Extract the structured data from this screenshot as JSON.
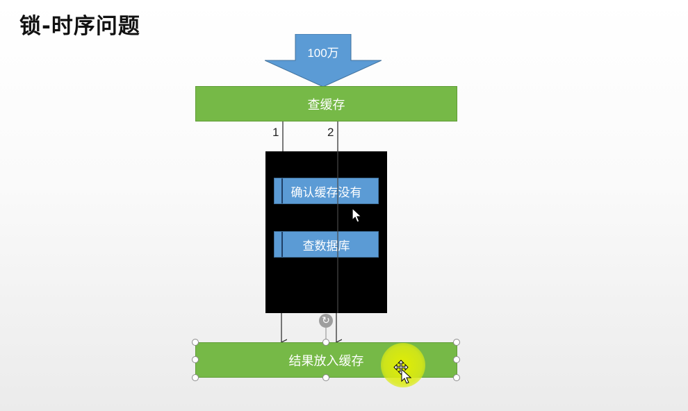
{
  "slide": {
    "title": "锁-时序问题"
  },
  "diagram": {
    "incoming_label": "100万",
    "check_cache": "查缓存",
    "thread_1": "1",
    "thread_2": "2",
    "confirm_no_cache": "确认缓存没有",
    "query_database": "查数据库",
    "put_in_cache": "结果放入缓存"
  },
  "colors": {
    "green": "#76b947",
    "blue": "#5b9bd5",
    "arrow": "#5b9bd5",
    "lock_block": "#000000"
  }
}
